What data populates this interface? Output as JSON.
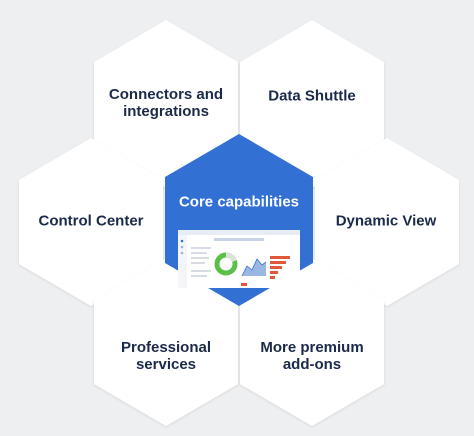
{
  "diagram": {
    "colors": {
      "background": "#eeeff1",
      "hex_fill": "#ffffff",
      "core_fill": "#3370d4",
      "text": "#1b2a4a",
      "core_text": "#ffffff"
    },
    "core": {
      "label": "Core capabilities",
      "thumbnail": {
        "title": "Strategic Plan Dashboard",
        "icon": "dashboard-screenshot"
      }
    },
    "tiles": [
      {
        "id": "connectors",
        "lines": [
          "Connectors and",
          "integrations"
        ]
      },
      {
        "id": "data-shuttle",
        "lines": [
          "Data Shuttle"
        ]
      },
      {
        "id": "control-center",
        "lines": [
          "Control Center"
        ]
      },
      {
        "id": "dynamic-view",
        "lines": [
          "Dynamic View"
        ]
      },
      {
        "id": "professional-services",
        "lines": [
          "Professional",
          "services"
        ]
      },
      {
        "id": "more-premium-addons",
        "lines": [
          "More premium",
          "add-ons"
        ]
      }
    ]
  }
}
